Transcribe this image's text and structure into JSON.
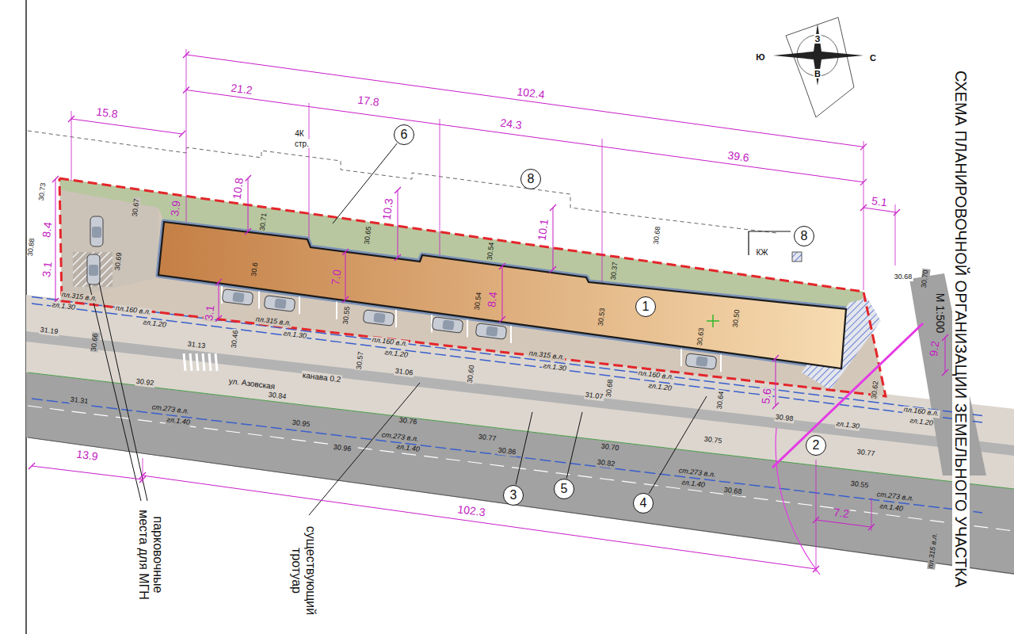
{
  "diagram": {
    "title": "СХЕМА ПЛАНИРОВОЧНОЙ ОРГАНИЗАЦИИ ЗЕМЕЛЬНОГО УЧАСТКА",
    "nodes": [
      {
        "text": [
          "6"
        ]
      },
      {
        "text": [
          "8"
        ]
      },
      {
        "text": [
          "8"
        ]
      },
      {
        "text": [
          "1"
        ]
      },
      {
        "text": [
          "2"
        ]
      },
      {
        "text": [
          "5"
        ]
      },
      {
        "text": [
          "3"
        ]
      },
      {
        "text": [
          "4"
        ]
      }
    ],
    "labels": [
      "15.8",
      "21.2",
      "17.8",
      "102.4",
      "24.3",
      "39.6",
      "5.1",
      "4К",
      "стр.",
      "КЖ",
      "8.4",
      "3.1",
      "30.73",
      "30.88",
      "3.9",
      "10.8",
      "10.3",
      "10.1",
      "7.0",
      "8.4",
      "3.1",
      "5.6",
      "9.2",
      "13.9",
      "102.3",
      "7.2",
      "30.67",
      "30.69",
      "30.71",
      "30.65",
      "30.54",
      "30.37",
      "30.50",
      "30.68",
      "30.6",
      "30.55",
      "30.54",
      "30.53",
      "30.63",
      "30.66",
      "30.46",
      "30.57",
      "30.60",
      "30.68",
      "30.64",
      "31.19",
      "31.13",
      "30.92",
      "31.06",
      "31.07",
      "30.84",
      "31.31",
      "30.95",
      "30.76",
      "30.96",
      "30.77",
      "30.86",
      "30.70",
      "30.82",
      "30.75",
      "30.98",
      "30.68",
      "30.55",
      "30.77",
      "30.62",
      "30.68",
      "30.70",
      "пл.315 в.л.",
      "гл.1.30",
      "пл.160 в.л.",
      "гл.1.20",
      "пл.315 в.л.",
      "гл.1.30",
      "пл.160 в.л.",
      "гл.1.20",
      "пл.315 в.л.",
      "гл.1.30",
      "пл.160 в.л.",
      "гл.1.20",
      "пл.160 в.л.",
      "гл.1.20",
      "гл.1.30",
      "ст.273 в.л.",
      "гл.1.40",
      "ст.273 в.л.",
      "гл.1.40",
      "ст.273 в.л.",
      "гл.1.40",
      "ст.273 в.л.",
      "гл.1.40",
      "пл.315 в.л.",
      "ул. Азовская",
      "канава 0.2",
      "М 1:500",
      "Ю",
      "С",
      "З",
      "В",
      "парковочные места для МГН",
      "существующий тротуар"
    ]
  }
}
